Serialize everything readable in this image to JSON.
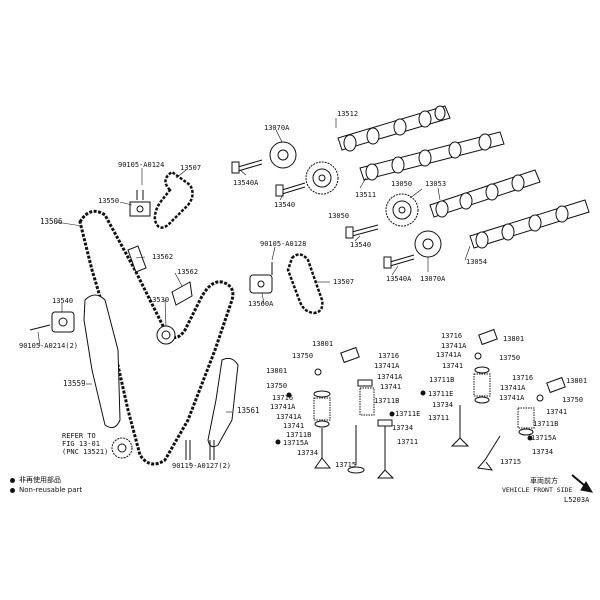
{
  "labels": [
    {
      "id": "l13512",
      "text": "13512"
    },
    {
      "id": "l13070a_top",
      "text": "13070A"
    },
    {
      "id": "l13540a_top",
      "text": "13540A"
    },
    {
      "id": "l90105a0124",
      "text": "90105-A0124"
    },
    {
      "id": "l13507_top",
      "text": "13507"
    },
    {
      "id": "l13550",
      "text": "13550"
    },
    {
      "id": "l13540",
      "text": "13540"
    },
    {
      "id": "l13511",
      "text": "13511"
    },
    {
      "id": "l13050_a",
      "text": "13050"
    },
    {
      "id": "l13050_b",
      "text": "13050"
    },
    {
      "id": "l13053",
      "text": "13053"
    },
    {
      "id": "l13506",
      "text": "13506"
    },
    {
      "id": "l13540_b",
      "text": "13540"
    },
    {
      "id": "l90105a0128",
      "text": "90105-A0128"
    },
    {
      "id": "l13562_a",
      "text": "13562"
    },
    {
      "id": "l13562_b",
      "text": "13562"
    },
    {
      "id": "l13540a_b",
      "text": "13540A"
    },
    {
      "id": "l13070a_b",
      "text": "13070A"
    },
    {
      "id": "l13054",
      "text": "13054"
    },
    {
      "id": "l13507_b",
      "text": "13507"
    },
    {
      "id": "l13540_c",
      "text": "13540"
    },
    {
      "id": "l13530",
      "text": "13530"
    },
    {
      "id": "l13560a",
      "text": "13560A"
    },
    {
      "id": "l90105a0214",
      "text": "90105-A0214(2)"
    },
    {
      "id": "l13559",
      "text": "13559"
    },
    {
      "id": "l13561",
      "text": "13561"
    },
    {
      "id": "lrefer1",
      "text": "REFER TO"
    },
    {
      "id": "lrefer2",
      "text": "FIG 13-01"
    },
    {
      "id": "lrefer3",
      "text": "(PNC 13521)"
    },
    {
      "id": "l90119",
      "text": "90119-A0127(2)"
    },
    {
      "id": "l13801_a",
      "text": "13801"
    },
    {
      "id": "l13750_a",
      "text": "13750"
    },
    {
      "id": "l13716_a",
      "text": "13716"
    },
    {
      "id": "l13741a_a",
      "text": "13741A"
    },
    {
      "id": "l13801_b",
      "text": "13801"
    },
    {
      "id": "l13741a_b",
      "text": "13741A"
    },
    {
      "id": "l13750_b",
      "text": "13750"
    },
    {
      "id": "l13741_a",
      "text": "13741"
    },
    {
      "id": "l13716_b",
      "text": "13716"
    },
    {
      "id": "l13741a_c",
      "text": "13741A"
    },
    {
      "id": "l13711b_a",
      "text": "13711B"
    },
    {
      "id": "l13741_b",
      "text": "13741"
    },
    {
      "id": "l13711e_a",
      "text": "13711E"
    },
    {
      "id": "l13741a_d",
      "text": "13741A"
    },
    {
      "id": "l13711b_b",
      "text": "13711B"
    },
    {
      "id": "l13711_a",
      "text": "13711"
    },
    {
      "id": "l13715a_a",
      "text": "13715A"
    },
    {
      "id": "l13734_a",
      "text": "13734"
    },
    {
      "id": "l13715_a",
      "text": "13715"
    },
    {
      "id": "l13716_c",
      "text": "13716"
    },
    {
      "id": "l13741a_e",
      "text": "13741A"
    },
    {
      "id": "l13750_c",
      "text": "13750"
    },
    {
      "id": "l13741_c",
      "text": "13741"
    },
    {
      "id": "l13711b_c",
      "text": "13711B"
    },
    {
      "id": "l13711e_b",
      "text": "13711E"
    },
    {
      "id": "l13734_b",
      "text": "13734"
    },
    {
      "id": "l13711_b",
      "text": "13711"
    },
    {
      "id": "l13716_d",
      "text": "13716"
    },
    {
      "id": "l13741a_f",
      "text": "13741A"
    },
    {
      "id": "l13801_c",
      "text": "13801"
    },
    {
      "id": "l13750_d",
      "text": "13750"
    },
    {
      "id": "l13741_d",
      "text": "13741"
    },
    {
      "id": "l13711b_d",
      "text": "13711B"
    },
    {
      "id": "l13715a_b",
      "text": "13715A"
    },
    {
      "id": "l13734_c",
      "text": "13734"
    },
    {
      "id": "l13715_b",
      "text": "13715"
    }
  ],
  "legend": {
    "item1": "非再使用部品",
    "item2": "Non-reusable part"
  },
  "vehicle_front": {
    "line1": "車両前方",
    "line2": "VEHICLE FRONT SIDE"
  },
  "figure_code": "L5203A"
}
